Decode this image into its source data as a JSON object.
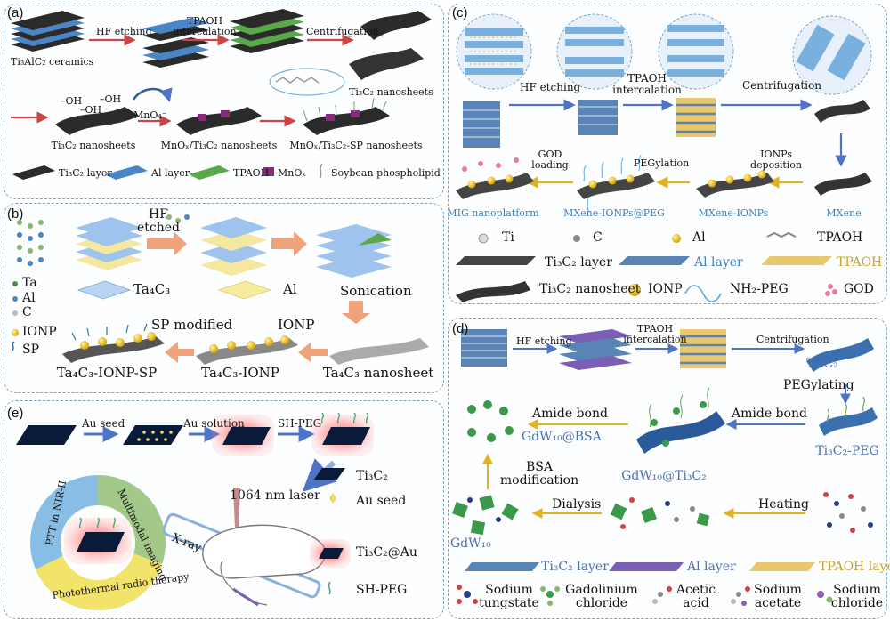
{
  "panel_a": {
    "label": "(a)",
    "steps": [
      "HF etching",
      "TPAOH\nintercalation",
      "Centrifugation"
    ],
    "ceramics": "Ti₃AlC₂ ceramics",
    "nanosheets_top": "Ti₃C₂ nanosheets",
    "oh_groups": [
      "–OH",
      "–OH",
      "–OH"
    ],
    "mno4": "MnO₄⁻",
    "row2": [
      "Ti₃C₂ nanosheets",
      "MnOₓ/Ti₃C₂ nanosheets",
      "MnOₓ/Ti₃C₂-SP nanosheets"
    ],
    "legend": [
      "Ti₃C₂ layer",
      "Al layer",
      "TPAOH",
      "MnOₓ",
      "Soybean phospholipid"
    ]
  },
  "panel_b": {
    "label": "(b)",
    "hf": "HF\netched",
    "legend_atoms": [
      "Ta",
      "Al",
      "C"
    ],
    "ta4c3": "Ta₄C₃",
    "al": "Al",
    "sonication": "Sonication",
    "ionp_legend": "IONP",
    "sp_legend": "SP",
    "sp_modified": "SP modified",
    "ionp_arrow": "IONP",
    "products": [
      "Ta₄C₃-IONP-SP",
      "Ta₄C₃-IONP",
      "Ta₄C₃ nanosheet"
    ]
  },
  "panel_c": {
    "label": "(c)",
    "steps": [
      "HF etching",
      "TPAOH\nintercalation",
      "Centrifugation"
    ],
    "step2": [
      "GOD\nloading",
      "PEGylation",
      "IONPs\ndeposition"
    ],
    "products": [
      "MIG nanoplatform",
      "MXene-IONPs@PEG",
      "MXene-IONPs",
      "MXene"
    ],
    "legend_row1": [
      "Ti",
      "C",
      "Al",
      "TPAOH"
    ],
    "legend_row2": [
      "Ti₃C₂ layer",
      "Al layer",
      "TPAOH"
    ],
    "legend_row3": [
      "Ti₃C₂ nanosheet",
      "IONP",
      "NH₂-PEG",
      "GOD"
    ]
  },
  "panel_d": {
    "label": "(d)",
    "steps": [
      "HF etching",
      "TPAOH\nintercalation",
      "Centrifugation"
    ],
    "ti3c2": "Ti₃C₂",
    "pegylating": "PEGylating",
    "ti3c2_peg": "Ti₃C₂-PEG",
    "amide_left": "Amide bond",
    "amide_right": "Amide bond",
    "gdw10_bsa": "GdW₁₀@BSA",
    "gdw10_ti3c2": "GdW₁₀@Ti₃C₂",
    "bsa_mod": "BSA\nmodification",
    "dialysis": "Dialysis",
    "heating": "Heating",
    "gdw10": "GdW₁₀",
    "legend_layers": [
      "Ti₃C₂ layer",
      "Al layer",
      "TPAOH layer"
    ],
    "reagents": [
      "Sodium\ntungstate",
      "Gadolinium\nchloride",
      "Acetic\nacid",
      "Sodium\nacetate",
      "Sodium\nchloride"
    ]
  },
  "panel_e": {
    "label": "(e)",
    "steps": [
      "Au seed",
      "Au solution",
      "SH-PEG"
    ],
    "laser": "1064 nm laser",
    "xray": "X-ray",
    "ring": [
      "PTT in NIR-II",
      "Multimodal imaging",
      "Photothermal radio therapy"
    ],
    "legend": [
      "Ti₃C₂",
      "Au seed",
      "Ti₃C₂@Au",
      "SH-PEG"
    ]
  }
}
